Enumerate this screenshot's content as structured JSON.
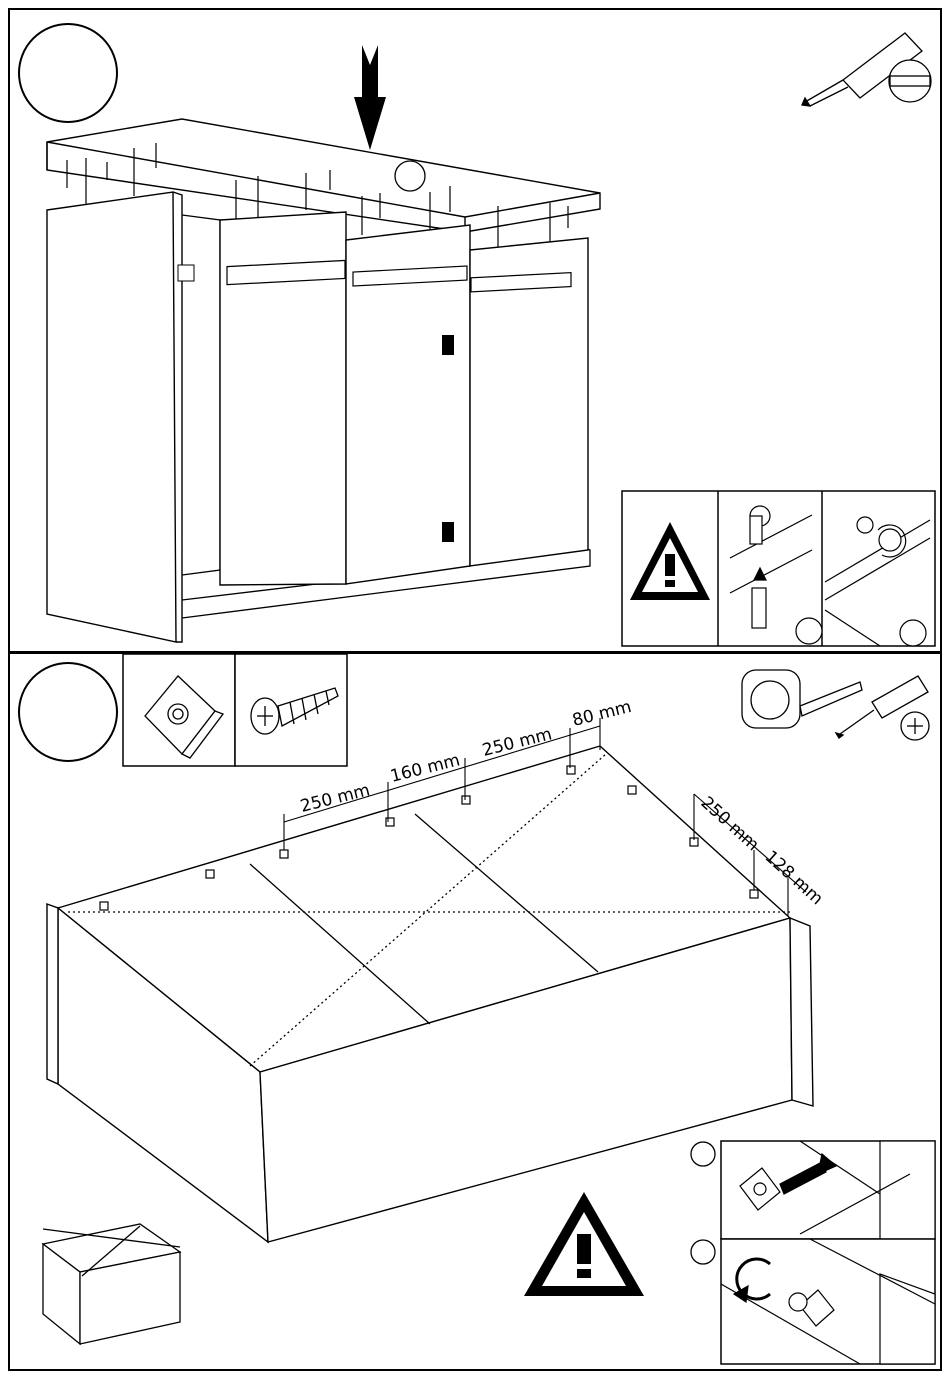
{
  "step_top": {
    "step_number": "",
    "tool": "flathead-screwdriver",
    "warning_icon": "warning-triangle-icon",
    "detail_circles": [
      "",
      ""
    ]
  },
  "step_bottom": {
    "step_number": "",
    "parts": [
      "corner-bracket-icon",
      "wood-screw-icon"
    ],
    "tools": [
      "tape-measure-icon",
      "phillips-screwdriver-icon"
    ],
    "measurements": {
      "m1": "250 mm",
      "m2": "160 mm",
      "m3": "250 mm",
      "m4": "80 mm",
      "m5": "250 mm",
      "m6": "128 mm"
    },
    "warning_icon": "warning-triangle-icon",
    "detail_circles": [
      "",
      ""
    ]
  }
}
